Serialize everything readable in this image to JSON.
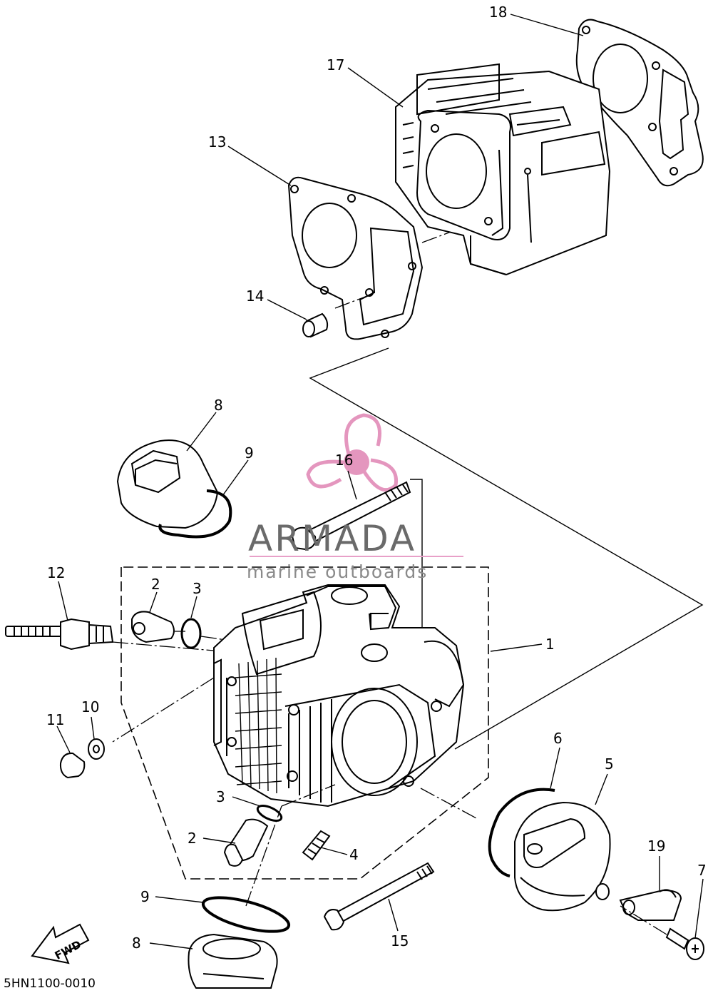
{
  "diagram": {
    "drawing_code": "5HN1100-0010",
    "direction_label": "FWD",
    "callouts": [
      "1",
      "2",
      "3",
      "4",
      "5",
      "6",
      "7",
      "8",
      "9",
      "10",
      "11",
      "12",
      "13",
      "14",
      "15",
      "16",
      "17",
      "18",
      "19"
    ],
    "callout_repeats": {
      "2b": "2",
      "3b": "3",
      "8b": "8",
      "9b": "9"
    }
  },
  "watermark": {
    "brand": "ARMADA",
    "tagline": "marine outboards",
    "logo_color": "#e28bb8",
    "rule_color": "#e8a0c8"
  }
}
